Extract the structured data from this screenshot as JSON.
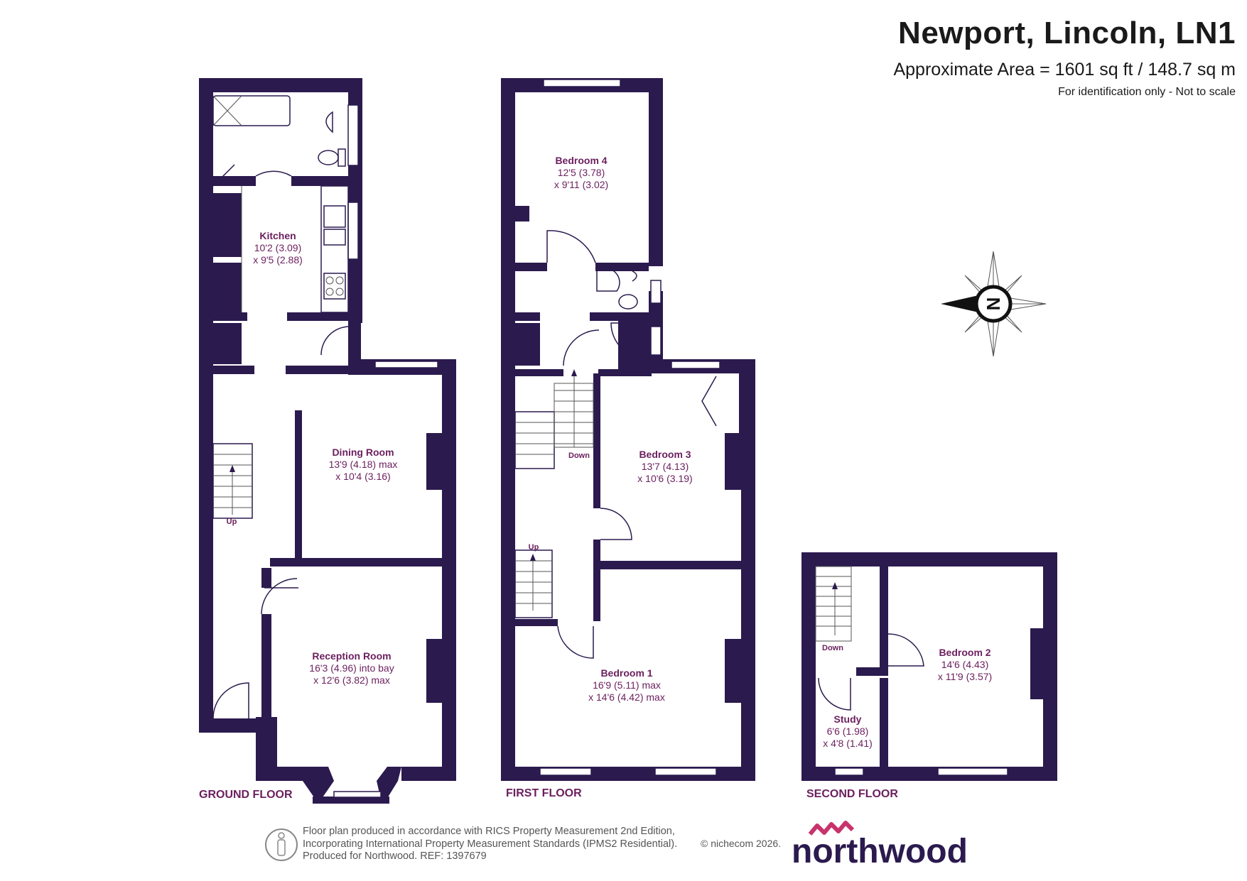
{
  "header": {
    "title": "Newport, Lincoln, LN1",
    "area": "Approximate Area = 1601 sq ft / 148.7 sq m",
    "note": "For identification only - Not to scale"
  },
  "floors": {
    "ground": "GROUND FLOOR",
    "first": "FIRST FLOOR",
    "second": "SECOND FLOOR"
  },
  "rooms": {
    "kitchen": {
      "name": "Kitchen",
      "dim1": "10'2 (3.09)",
      "dim2": "x 9'5 (2.88)"
    },
    "dining": {
      "name": "Dining Room",
      "dim1": "13'9 (4.18) max",
      "dim2": "x 10'4 (3.16)"
    },
    "reception": {
      "name": "Reception Room",
      "dim1": "16'3 (4.96) into bay",
      "dim2": "x 12'6 (3.82) max"
    },
    "bedroom4": {
      "name": "Bedroom 4",
      "dim1": "12'5 (3.78)",
      "dim2": "x 9'11 (3.02)"
    },
    "bedroom3": {
      "name": "Bedroom 3",
      "dim1": "13'7 (4.13)",
      "dim2": "x 10'6 (3.19)"
    },
    "bedroom1": {
      "name": "Bedroom 1",
      "dim1": "16'9 (5.11) max",
      "dim2": "x 14'6 (4.42) max"
    },
    "bedroom2": {
      "name": "Bedroom 2",
      "dim1": "14'6 (4.43)",
      "dim2": "x 11'9 (3.57)"
    },
    "study": {
      "name": "Study",
      "dim1": "6'6 (1.98)",
      "dim2": "x 4'8 (1.41)"
    }
  },
  "stairs": {
    "up": "Up",
    "down": "Down"
  },
  "compass": {
    "label": "N",
    "icon": "compass-rose-icon"
  },
  "footer": {
    "line1": "Floor plan produced in accordance with RICS Property Measurement 2nd Edition,",
    "line2": "Incorporating International Property Measurement Standards (IPMS2 Residential).",
    "line3": "Produced for Northwood.   REF:  1397679",
    "copyright": "© nichecom 2026.",
    "brand": "northwood",
    "ipms_icon": "ipms-person-icon"
  },
  "colors": {
    "wall": "#2b1a4e",
    "label": "#6b1f5e",
    "brand": "#2b1a4e",
    "logo_mark": "#c8336d"
  }
}
